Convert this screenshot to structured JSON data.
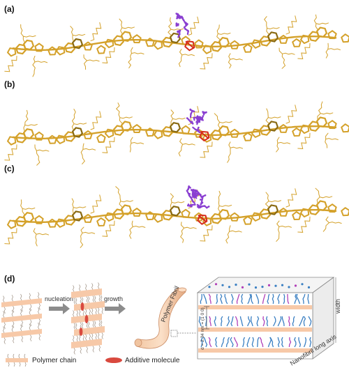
{
  "panels": [
    {
      "label": "(a)",
      "additive_offset": 0
    },
    {
      "label": "(b)",
      "additive_offset": 0
    },
    {
      "label": "(c)",
      "additive_offset": 0
    }
  ],
  "panel_d": {
    "label": "(d)",
    "step_nucleation": "nucleation",
    "step_growth": "growth",
    "fibril_label": "Polymer Fibril",
    "spacing_label": "d = 2.34 nm = (1 0 0)",
    "width_label": "width",
    "axis_label": "Nanofibril long axis"
  },
  "legend": {
    "polymer_chain": "Polymer chain",
    "additive_molecule": "Additive molecule"
  },
  "colors": {
    "polymer": "#d4a12a",
    "polymer_dark": "#8a6a12",
    "additive": "#8a3fd1",
    "anchor": "#d62a1a",
    "sheet": "#f7c9a8",
    "box_edge": "#888888",
    "blue_mol": "#3a7fc2",
    "magenta_mol": "#b03fb8"
  }
}
